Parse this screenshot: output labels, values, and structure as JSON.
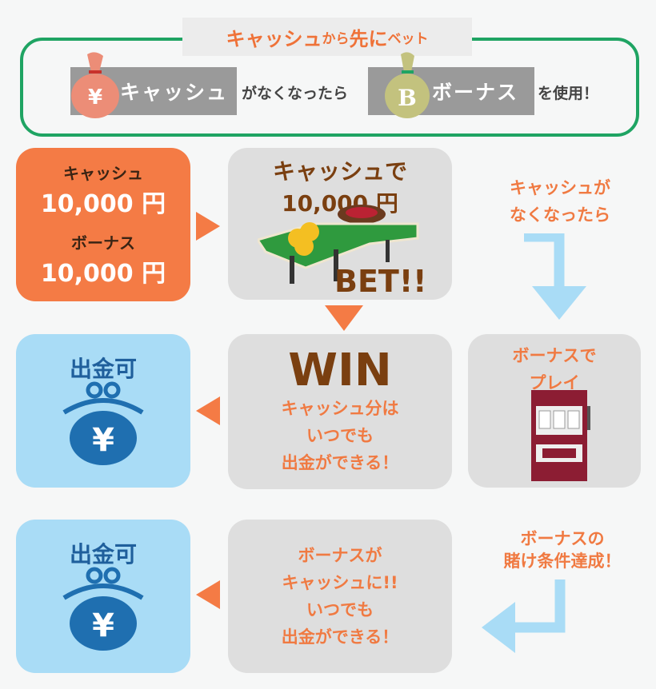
{
  "header": {
    "title_a": "キャッシュ",
    "title_b": "から",
    "title_c": "先に",
    "title_d": "ベット",
    "cash_label": "キャッシュ",
    "middle": "がなくなったら",
    "bonus_label": "ボーナス",
    "end": "を使用！",
    "cash_bag_symbol": "¥",
    "bonus_bag_symbol": "B"
  },
  "start": {
    "cash_label": "キャッシュ",
    "cash_amount": "10,000 円",
    "bonus_label": "ボーナス",
    "bonus_amount": "10,000 円"
  },
  "bet": {
    "line1": "キャッシュで",
    "line2": "10,000 円",
    "shout": "BET!!"
  },
  "side1": {
    "line1": "キャッシュが",
    "line2": "なくなったら"
  },
  "win": {
    "title": "WIN",
    "line1": "キャッシュ分は",
    "line2": "いつでも",
    "line3": "出金ができる！"
  },
  "bonus_play": {
    "line1": "ボーナスで",
    "line2": "プレイ"
  },
  "withdraw1": {
    "label": "出金可",
    "symbol": "¥"
  },
  "withdraw2": {
    "label": "出金可",
    "symbol": "¥"
  },
  "side2": {
    "line1": "ボーナスの",
    "line2": "賭け条件達成！"
  },
  "convert": {
    "line1": "ボーナスが",
    "line2": "キャッシュに!!",
    "line3": "いつでも",
    "line4": "出金ができる！"
  },
  "colors": {
    "orange": "#f47b45",
    "green": "#1fa463",
    "blue": "#a9dcf6",
    "navy": "#1f6fb0",
    "brown": "#7a3f10"
  }
}
